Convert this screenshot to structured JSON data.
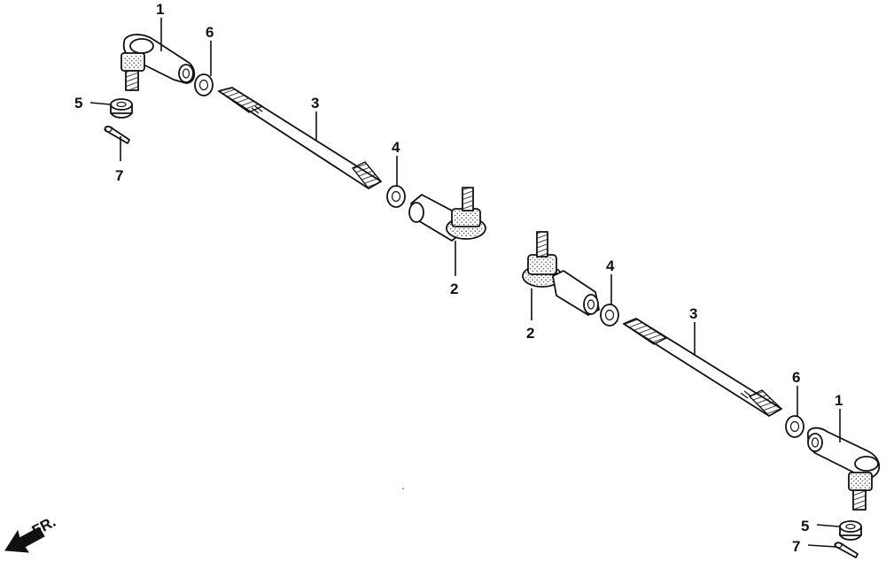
{
  "callouts": {
    "p1_left": "1",
    "p6_left": "6",
    "p5_left": "5",
    "p7_left": "7",
    "p3_left": "3",
    "p4_left": "4",
    "p2_left": "2",
    "p2_right": "2",
    "p4_right": "4",
    "p3_right": "3",
    "p6_right": "6",
    "p1_right": "1",
    "p5_right": "5",
    "p7_right": "7"
  },
  "direction_arrow": {
    "label": "FR.",
    "icon": "front-direction-arrow-icon"
  },
  "colors": {
    "line": "#111111",
    "background": "#ffffff"
  }
}
